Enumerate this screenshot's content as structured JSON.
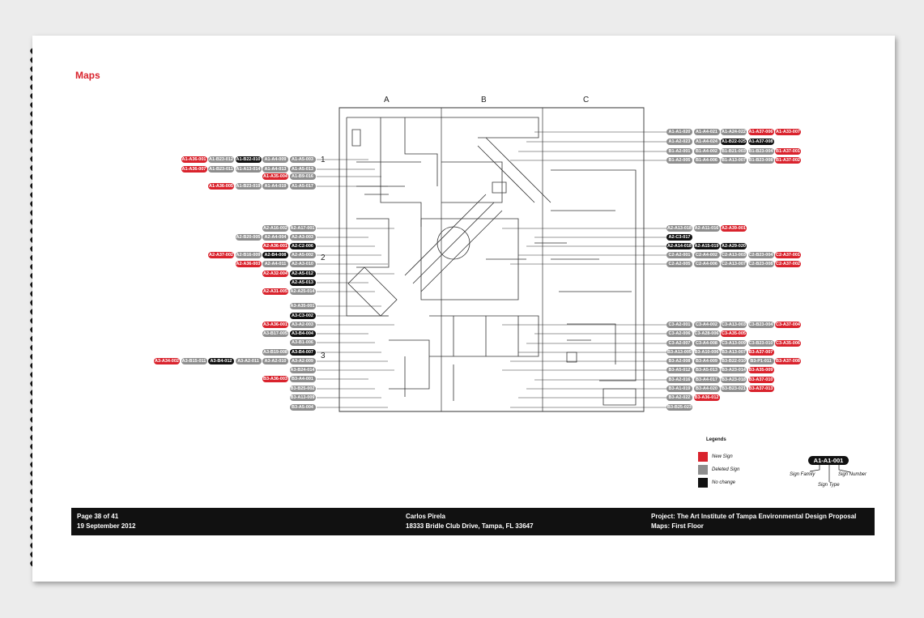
{
  "page": {
    "title": "Maps"
  },
  "zones": {
    "a": "A",
    "b": "B",
    "c": "C"
  },
  "rows": {
    "r1": "1",
    "r2": "2",
    "r3": "3"
  },
  "colors": {
    "new": "#d9232d",
    "deleted": "#8e8e8e",
    "nochange": "#111111"
  },
  "left_tags": [
    [
      "A1-A36-001",
      "A1-B23-012",
      "A1-B22-010",
      "A1-A4-009",
      "A1-A5-003"
    ],
    [
      "A1-A36-007",
      "A1-B23-011",
      "A1-A13-014",
      "A1-A4-013",
      "A1-A5-013"
    ],
    [
      "A1-A35-004",
      "A1-B9-016"
    ],
    [
      "A1-A36-005",
      "A1-B23-019",
      "A1-A4-019",
      "A1-A5-017"
    ],
    [
      "A2-A16-002",
      "A2-A17-001"
    ],
    [
      "A2-B20-005",
      "A2-A4-004",
      "A2-A3-003"
    ],
    [
      "A2-A36-001",
      "A2-C2-006"
    ],
    [
      "A2-A37-002",
      "A2-B16-009",
      "A2-B4-008",
      "A2-A5-002"
    ],
    [
      "A2-A36-003",
      "A2-A4-011",
      "A2-A3-010"
    ],
    [
      "A2-A32-004",
      "A2-A5-012"
    ],
    [
      "A2-A5-013"
    ],
    [
      "A2-A31-005",
      "A2-A25-014"
    ],
    [
      "A3-A35-001"
    ],
    [
      "A3-C3-002"
    ],
    [
      "A3-A36-001",
      "A3-A2-003"
    ],
    [
      "A3-B17-005",
      "A3-B4-004"
    ],
    [
      "A3-B1-006"
    ],
    [
      "A3-B19-008",
      "A3-B4-007"
    ],
    [
      "A3-A34-002",
      "A3-B15-011",
      "A3-B4-012",
      "A3-A2-011",
      "A3-A2-010",
      "A3-A2-009"
    ],
    [
      "A3-B24-014"
    ],
    [
      "B3-A36-003",
      "B3-A4-001"
    ],
    [
      "B3-B25-002"
    ],
    [
      "B3-A13-009"
    ],
    [
      "B3-A5-004"
    ]
  ],
  "right_tags": [
    [
      "A1-A1-020",
      "A1-A4-021",
      "A1-A24-022",
      "A1-A37-006",
      "A1-A33-007"
    ],
    [
      "A1-A2-023",
      "A1-A4-024",
      "A1-B22-025",
      "A1-A37-008"
    ],
    [
      "B1-A2-001",
      "B1-A4-002",
      "B1-B21-003",
      "B1-B23-004",
      "B1-A37-001"
    ],
    [
      "B1-A2-005",
      "B1-A4-006",
      "B1-A13-007",
      "B1-B23-008",
      "B1-A37-002"
    ],
    [
      "A2-A13-018",
      "A2-A11-016",
      "A2-A39-001"
    ],
    [
      "A2-C3-017"
    ],
    [
      "A2-A14-018",
      "A2-A15-019",
      "A2-A29-020"
    ],
    [
      "C2-A2-001",
      "C2-A4-002",
      "C2-A13-003",
      "C2-B23-004",
      "C2-A37-001"
    ],
    [
      "C2-A2-005",
      "C2-A4-006",
      "C2-A13-007",
      "C2-B23-008",
      "C2-A37-002"
    ],
    [
      "C3-A2-001",
      "C3-A4-002",
      "C3-A13-003",
      "C3-B23-004",
      "C3-A37-004"
    ],
    [
      "C3-A2-006",
      "C3-A28-006",
      "C3-A35-005"
    ],
    [
      "C3-A2-007",
      "C3-A4-008",
      "C3-A13-009",
      "C3-B23-010",
      "C3-A35-006"
    ],
    [
      "B3-A13-005",
      "B3-A10-006",
      "B3-A13-007",
      "B3-A37-007"
    ],
    [
      "B3-A2-008",
      "B3-A4-009",
      "B3-B22-010",
      "B3-P1-011",
      "B3-A37-008"
    ],
    [
      "B3-A5-012",
      "B3-A5-013",
      "B3-A23-014",
      "B3-A35-009"
    ],
    [
      "B3-A2-016",
      "B3-A4-017",
      "B3-A23-018",
      "B3-A37-010"
    ],
    [
      "B3-A1-019",
      "B3-A4-020",
      "B3-B23-021",
      "B3-A37-013"
    ],
    [
      "B3-A2-022",
      "B3-A36-012"
    ],
    [
      "B3-B25-023"
    ]
  ],
  "legend": {
    "title": "Legends",
    "new": "New Sign",
    "deleted": "Deleted Sign",
    "nochange": "No change",
    "example": "A1-A1-001",
    "family": "Sign Family",
    "number": "Sign Number",
    "type": "Sign Type"
  },
  "footer": {
    "page": "Page 38 of 41",
    "date": "19 September 2012",
    "name": "Carlos Pirela",
    "address": "18333 Bridle Club Drive, Tampa, FL 33647",
    "project": "Project: The Art Institute of Tampa Environmental Design Proposal",
    "section": "Maps: First Floor"
  }
}
